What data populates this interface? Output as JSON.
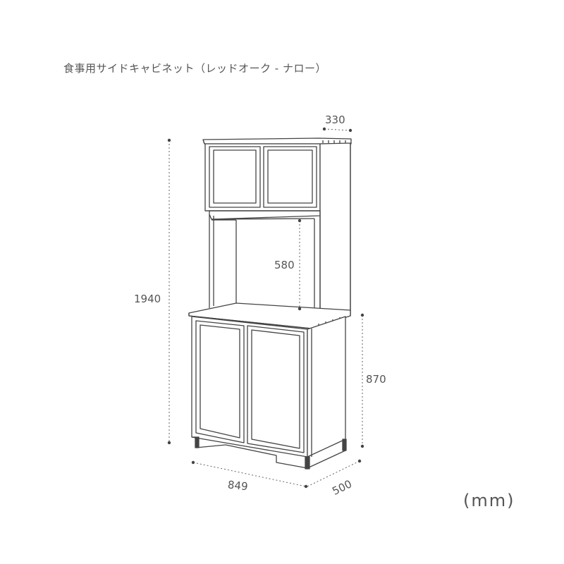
{
  "title": "食事用サイドキャビネット（レッドオーク - ナロー）",
  "unit_label": "(mm)",
  "dimensions": {
    "depth_top": "330",
    "height_total": "1940",
    "gap_height": "580",
    "height_lower": "870",
    "width": "849",
    "depth_lower": "500"
  }
}
